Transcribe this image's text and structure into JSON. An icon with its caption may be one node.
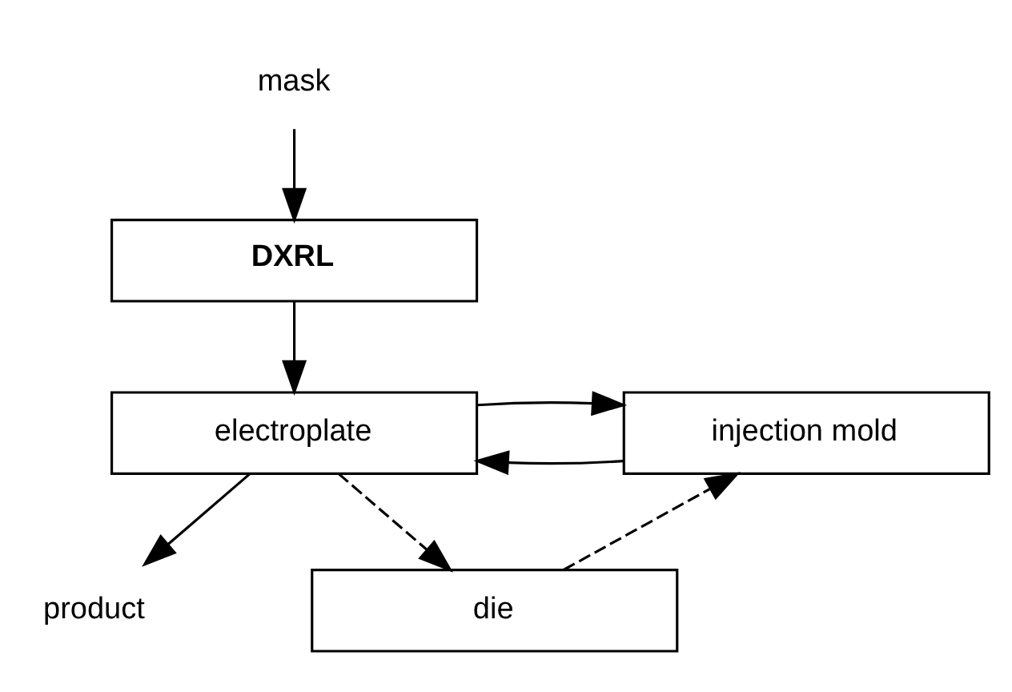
{
  "diagram": {
    "nodes": [
      {
        "text": [
          "mask"
        ]
      },
      {
        "text": [
          "DXRL"
        ]
      },
      {
        "text": [
          "injection mold"
        ]
      },
      {
        "text": [
          "electroplate"
        ]
      },
      {
        "text": [
          "product"
        ]
      },
      {
        "text": [
          "die"
        ]
      }
    ],
    "edges": [
      {
        "from": 0,
        "to": 1,
        "arrow": "to"
      },
      {
        "from": 1,
        "to": 3,
        "arrow": "to"
      },
      {
        "from": 2,
        "to": 3,
        "arrow": "to"
      },
      {
        "from": 3,
        "to": 2,
        "arrow": "to"
      },
      {
        "from": 3,
        "to": 4,
        "arrow": "to"
      },
      {
        "from": 3,
        "to": 5,
        "arrow": "to",
        "style": "dashed"
      },
      {
        "from": 5,
        "to": 2,
        "arrow": "to",
        "style": "dashed"
      }
    ]
  }
}
